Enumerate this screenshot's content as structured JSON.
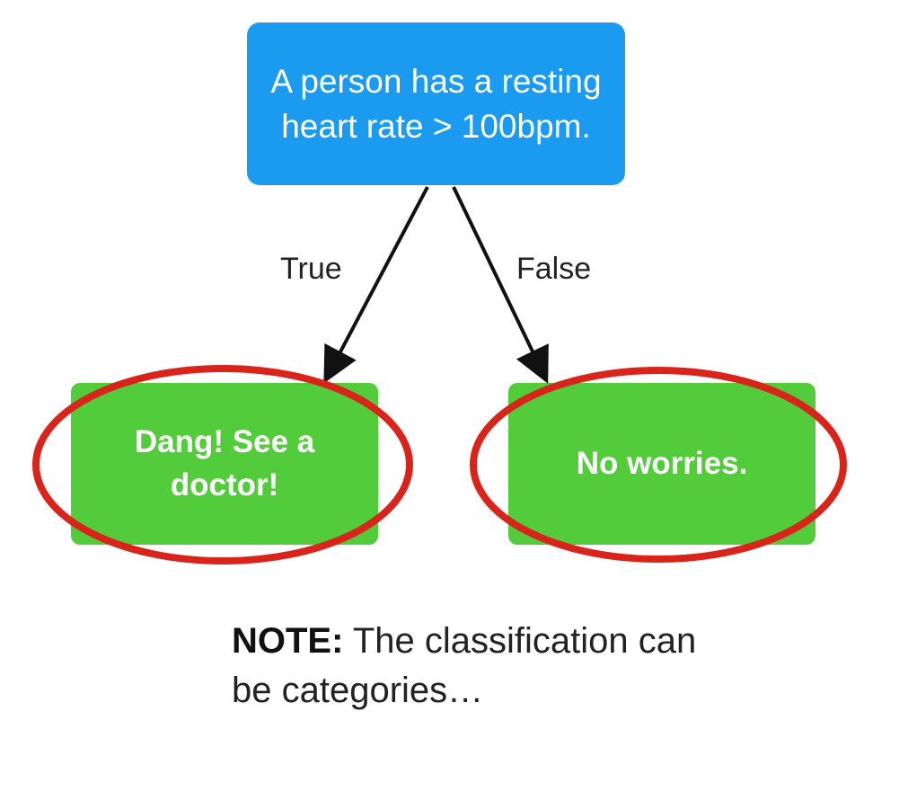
{
  "root": {
    "text": "A person has a resting heart rate > 100bpm.",
    "color": "#1a9bf0"
  },
  "edges": {
    "true_label": "True",
    "false_label": "False"
  },
  "leaves": {
    "left_text": "Dang! See a doctor!",
    "right_text": "No worries.",
    "color": "#52cc3a"
  },
  "highlight": {
    "color": "#d9241c"
  },
  "note": {
    "heading": "NOTE:",
    "body": " The classification can be categories…"
  }
}
